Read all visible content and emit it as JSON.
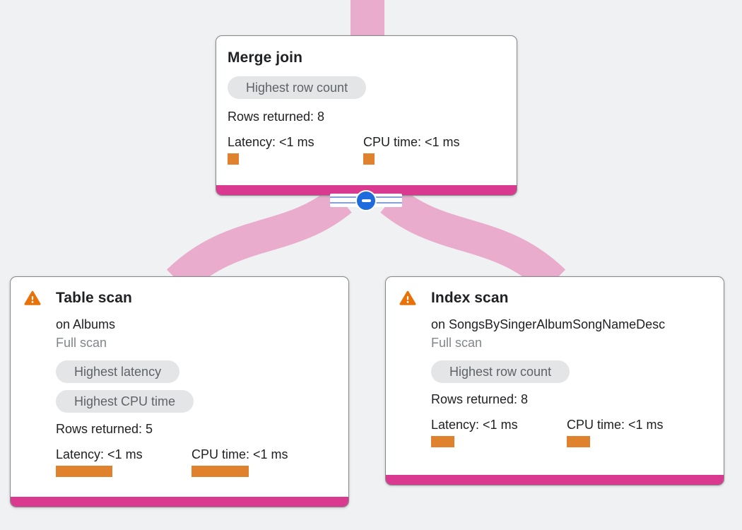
{
  "colors": {
    "bg": "#f0f1f2",
    "edge_pink": "#e9accd",
    "accent_magenta": "#d9398f",
    "bar_orange": "#e0812e",
    "warning_orange": "#e8710a",
    "badge_bg": "#e4e5e7",
    "badge_text": "#5f6368",
    "text_primary": "#202124",
    "text_secondary": "#80868b",
    "card_border": "#85898d",
    "collapse_blue": "#1d6bdc",
    "stripe_blue": "#84a0da"
  },
  "nodes": {
    "merge_join": {
      "title": "Merge join",
      "badges": [
        "Highest row count"
      ],
      "rows_returned": "Rows returned: 8",
      "latency": "Latency: <1 ms",
      "cpu": "CPU time: <1 ms",
      "latency_bar": "16px",
      "cpu_bar": "16px"
    },
    "table_scan": {
      "title": "Table scan",
      "target": "on Albums",
      "scan_type": "Full scan",
      "badges": [
        "Highest latency",
        "Highest CPU time"
      ],
      "rows_returned": "Rows returned: 5",
      "latency": "Latency: <1 ms",
      "cpu": "CPU time: <1 ms",
      "latency_bar": "80px",
      "cpu_bar": "81px"
    },
    "index_scan": {
      "title": "Index scan",
      "target": "on SongsBySingerAlbumSongNameDesc",
      "scan_type": "Full scan",
      "badges": [
        "Highest row count"
      ],
      "rows_returned": "Rows returned: 8",
      "latency": "Latency: <1 ms",
      "cpu": "CPU time: <1 ms",
      "latency_bar": "33px",
      "cpu_bar": "33px"
    }
  },
  "edges": [
    {
      "from": "parent",
      "to": "merge_join"
    },
    {
      "from": "merge_join",
      "to": "table_scan"
    },
    {
      "from": "merge_join",
      "to": "index_scan"
    }
  ],
  "collapse_control": {
    "state": "expanded",
    "icon": "minus"
  }
}
